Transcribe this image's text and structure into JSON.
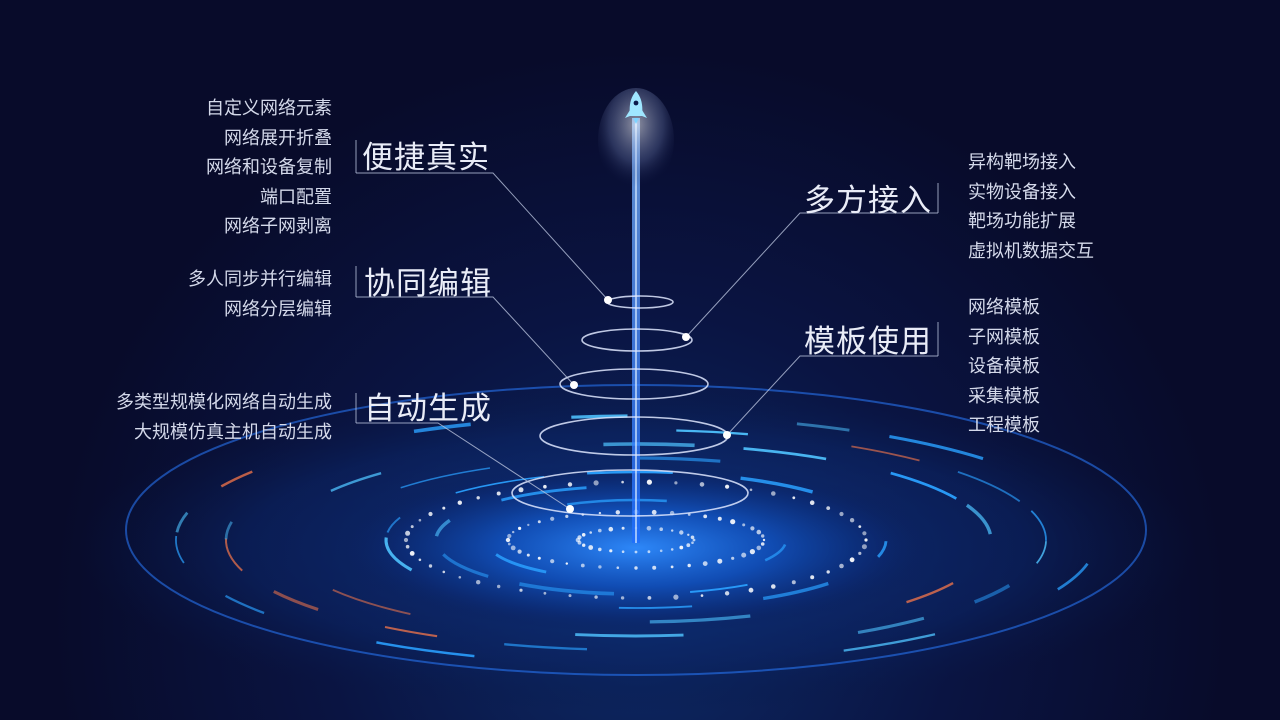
{
  "groups": [
    {
      "title": "便捷真实",
      "items": [
        "自定义网络元素",
        "网络展开折叠",
        "网络和设备复制",
        "端口配置",
        "网络子网剥离"
      ]
    },
    {
      "title": "协同编辑",
      "items": [
        "多人同步并行编辑",
        "网络分层编辑"
      ]
    },
    {
      "title": "自动生成",
      "items": [
        "多类型规模化网络自动生成",
        "大规模仿真主机自动生成"
      ]
    },
    {
      "title": "多方接入",
      "items": [
        "异构靶场接入",
        "实物设备接入",
        "靶场功能扩展",
        "虚拟机数据交互"
      ]
    },
    {
      "title": "模板使用",
      "items": [
        "网络模板",
        "子网模板",
        "设备模板",
        "采集模板",
        "工程模板"
      ]
    }
  ],
  "icons": {
    "top": "rocket-icon"
  },
  "colors": {
    "background": "#080b2a",
    "beam": "#3a8bff",
    "ring": "#2aa0ff",
    "accent": "#ff7a4a"
  }
}
